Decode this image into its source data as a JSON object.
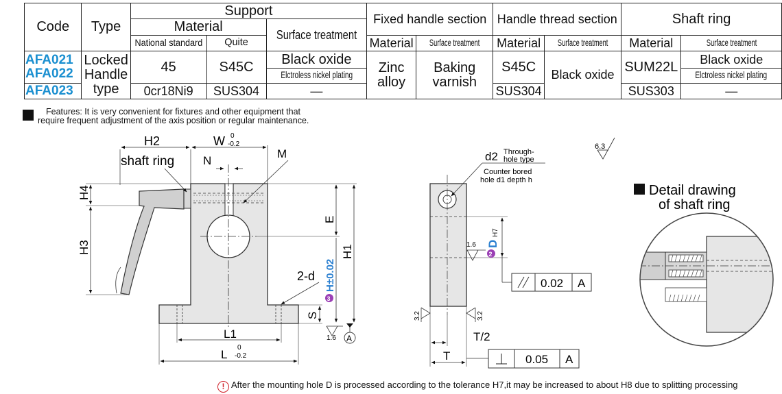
{
  "table": {
    "h_code": "Code",
    "h_type": "Type",
    "h_support": "Support",
    "h_material": "Material",
    "h_national": "National standard",
    "h_quite": "Quite",
    "h_surface": "Surface treatment",
    "h_fixed_handle": "Fixed handle section",
    "h_handle_thread": "Handle thread section",
    "h_shaft_ring": "Shaft ring",
    "sub_material": "Material",
    "sub_surface": "Surface treatment",
    "codes": [
      "AFA021",
      "AFA022",
      "AFA023"
    ],
    "type_text": [
      "Locked",
      "Handle",
      "type"
    ],
    "row1": {
      "national": "45",
      "quite": "S45C",
      "surface_a": "Black oxide",
      "surface_b": "Elctroless nickel plating",
      "fixed_material": [
        "Zinc",
        "alloy"
      ],
      "fixed_surface": [
        "Baking",
        "varnish"
      ],
      "thread_material": "S45C",
      "thread_surface": "Black oxide",
      "ring_material": "SUM22L",
      "ring_surface_a": "Black oxide",
      "ring_surface_b": "Elctroless nickel plating"
    },
    "row2": {
      "national": "0cr18Ni9",
      "quite": "SUS304",
      "surface": "—",
      "thread_material": "SUS304",
      "ring_material": "SUS303",
      "ring_surface": "—"
    }
  },
  "features": {
    "line1": "Features: It is very convenient for fixtures and other equipment that",
    "line2": "require frequent adjustment of the axis position or regular maintenance."
  },
  "drawing": {
    "labels": {
      "H2": "H2",
      "W": "W",
      "W_tol_upper": "0",
      "W_tol_lower": "-0.2",
      "M": "M",
      "shaft_ring": "shaft ring",
      "N": "N",
      "H4": "H4",
      "H3": "H3",
      "E": "E",
      "H1": "H1",
      "two_d": "2-d",
      "H_tol": "H±0.02",
      "S": "S",
      "L1": "L1",
      "L": "L",
      "L_tol_upper": "0",
      "L_tol_lower": "-0.2",
      "rough_1_6": "1.6",
      "datum_A": "A",
      "d2": "d2",
      "through_hole": [
        "Through-",
        "hole type"
      ],
      "counter_bored": [
        "Counter bored",
        "hole d1 depth h"
      ],
      "rough_6_3": "6.3",
      "D": "D",
      "D_tol": "H7",
      "rough_1_6_b": "1.6",
      "parallel_value": "0.02",
      "parallel_datum": "A",
      "rough_3_2_left": "3.2",
      "rough_3_2_right": "3.2",
      "T_half": "T/2",
      "T": "T",
      "perp_value": "0.05",
      "perp_datum": "A",
      "circle3": "3",
      "circle2": "2",
      "detail_title": [
        "Detail drawing",
        "of shaft ring"
      ]
    }
  },
  "note": {
    "icon": "warning-circle-icon",
    "text": "After the mounting hole D is processed according to the tolerance H7,it may be increased to about H8 due to splitting processing"
  },
  "colors": {
    "code_blue": "#1a8fd0",
    "badge_purple": "#9b3fb5",
    "badge_blue": "#2a7fd0",
    "warning_red": "#d0212a",
    "part_fill": "#e6e6e6"
  }
}
